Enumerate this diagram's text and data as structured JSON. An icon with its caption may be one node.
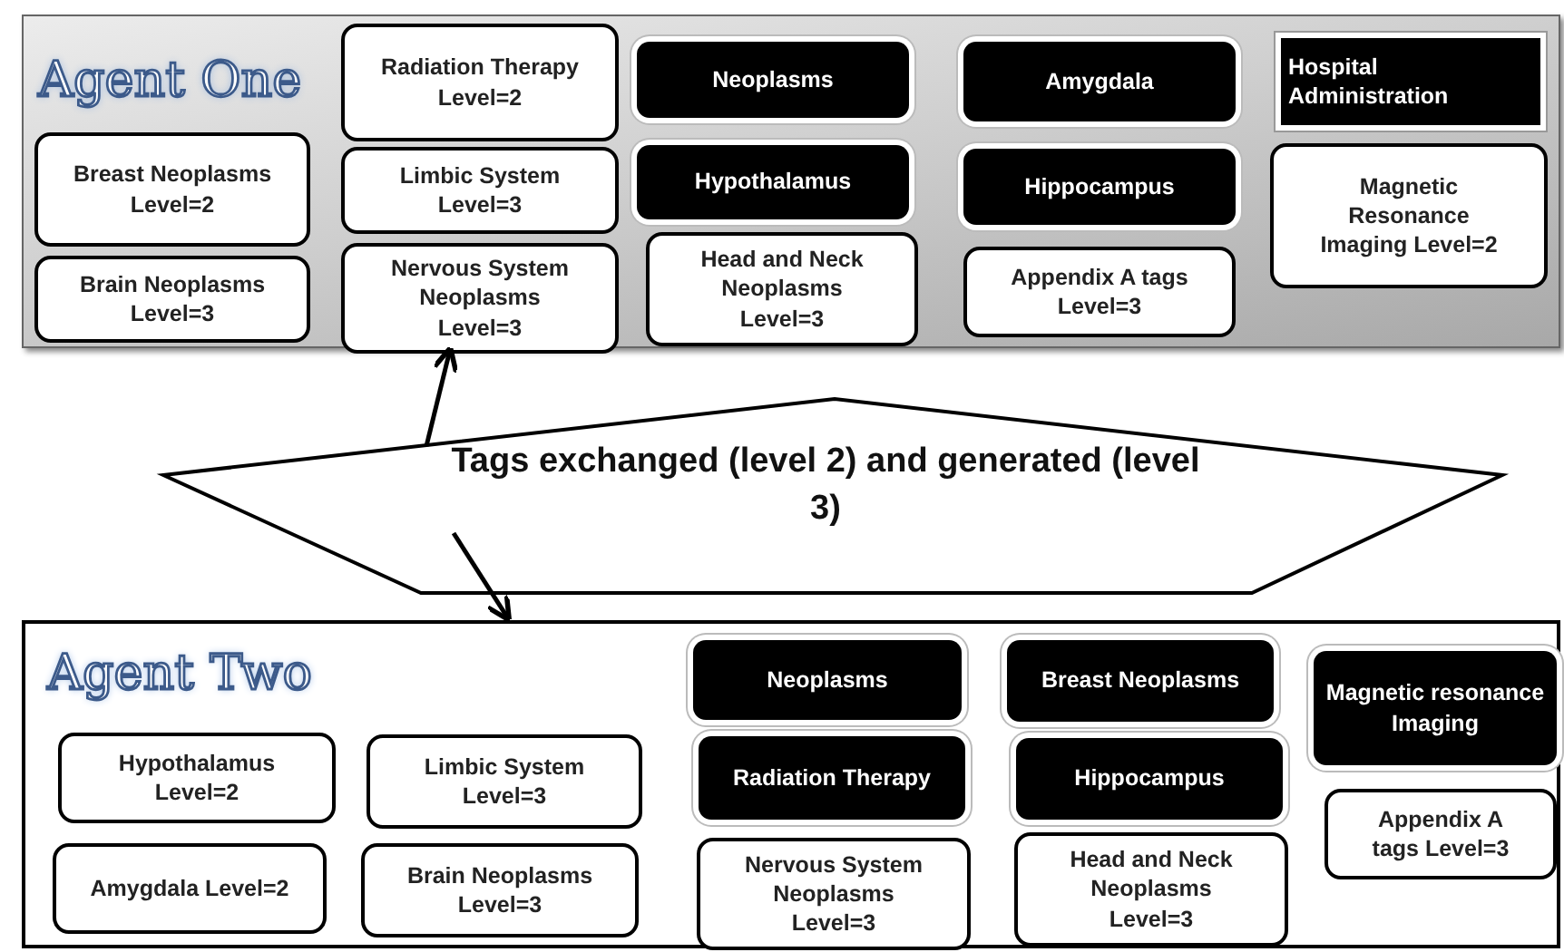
{
  "diagram": {
    "nodes": [
      {
        "text": [
          "Agent One"
        ]
      },
      {
        "text": [
          "Breast Neoplasms Level=2"
        ],
        "in": 0
      },
      {
        "text": [
          "Brain Neoplasms Level=3"
        ],
        "in": 0
      },
      {
        "text": [
          "Radiation Therapy Level=2"
        ],
        "in": 0
      },
      {
        "text": [
          "Limbic System Level=3"
        ],
        "in": 0
      },
      {
        "text": [
          "Nervous System Neoplasms Level=3"
        ],
        "in": 0
      },
      {
        "text": [
          "Neoplasms"
        ],
        "in": 0
      },
      {
        "text": [
          "Hypothalamus"
        ],
        "in": 0
      },
      {
        "text": [
          "Head and Neck Neoplasms Level=3"
        ],
        "in": 0
      },
      {
        "text": [
          "Amygdala"
        ],
        "in": 0
      },
      {
        "text": [
          "Hippocampus"
        ],
        "in": 0
      },
      {
        "text": [
          "Appendix A tags Level=3"
        ],
        "in": 0
      },
      {
        "text": [
          "Hospital Administration"
        ],
        "in": 0
      },
      {
        "text": [
          "Magnetic Resonance Imaging Level=2"
        ],
        "in": 0
      },
      {
        "text": [
          "Tags exchanged (level 2) and generated (level 3)"
        ]
      },
      {
        "text": [
          "Agent Two"
        ]
      },
      {
        "text": [
          "Hypothalamus Level=2"
        ],
        "in": 15
      },
      {
        "text": [
          "Amygdala Level=2"
        ],
        "in": 15
      },
      {
        "text": [
          "Limbic System Level=3"
        ],
        "in": 15
      },
      {
        "text": [
          "Brain Neoplasms Level=3"
        ],
        "in": 15
      },
      {
        "text": [
          "Neoplasms"
        ],
        "in": 15
      },
      {
        "text": [
          "Radiation Therapy"
        ],
        "in": 15
      },
      {
        "text": [
          "Nervous System Neoplasms Level=3"
        ],
        "in": 15
      },
      {
        "text": [
          "Breast Neoplasms"
        ],
        "in": 15
      },
      {
        "text": [
          "Hippocampus"
        ],
        "in": 15
      },
      {
        "text": [
          "Head and Neck Neoplasms Level=3"
        ],
        "in": 15
      },
      {
        "text": [
          "Magnetic resonance Imaging"
        ],
        "in": 15
      },
      {
        "text": [
          "Appendix A tags Level=3"
        ],
        "in": 15
      }
    ],
    "edges": [
      {
        "from": 14,
        "to": 0,
        "arrow": "to"
      },
      {
        "from": 14,
        "to": 15,
        "arrow": "to"
      }
    ]
  }
}
